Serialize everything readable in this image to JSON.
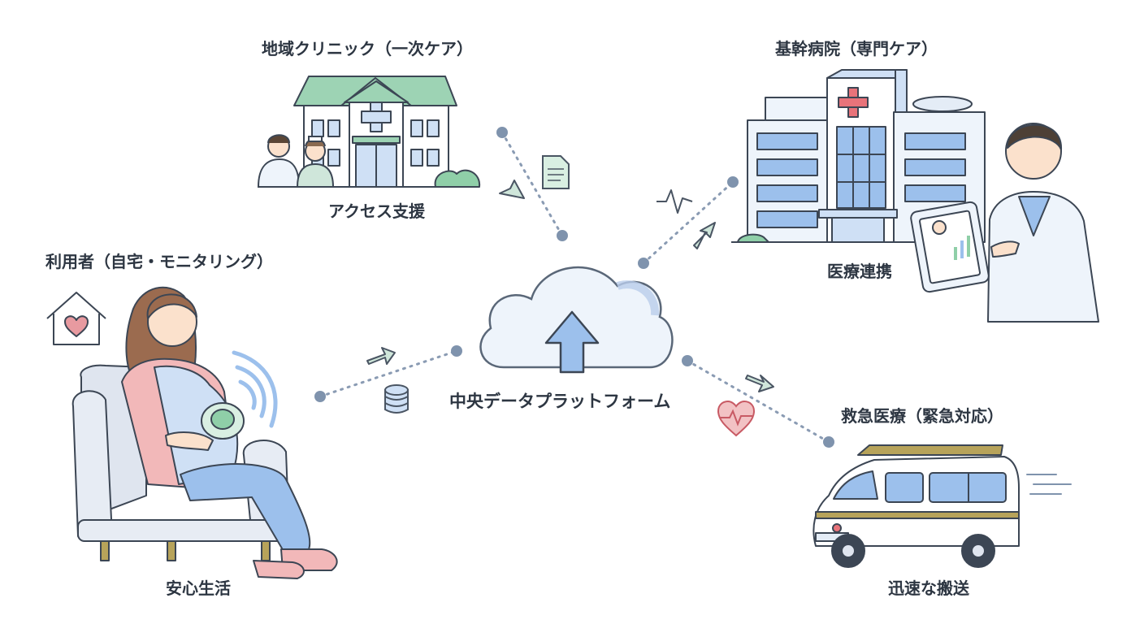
{
  "nodes": {
    "clinic": {
      "title": "地域クリニック（一次ケア）",
      "caption": "アクセス支援"
    },
    "hospital": {
      "title": "基幹病院（専門ケア）",
      "caption": "医療連携"
    },
    "user": {
      "title": "利用者（自宅・モニタリング）",
      "caption": "安心生活"
    },
    "platform": {
      "title": "中央データプラットフォーム"
    },
    "ems": {
      "title": "救急医療（緊急対応）",
      "caption": "迅速な搬送"
    }
  },
  "colors": {
    "outline": "#3c4654",
    "blue_light": "#cfe0f5",
    "blue_mid": "#8fb4e3",
    "green": "#8fcfa8",
    "pink": "#e89aa0",
    "gold": "#b7a35a",
    "connector": "#7f93ad"
  }
}
